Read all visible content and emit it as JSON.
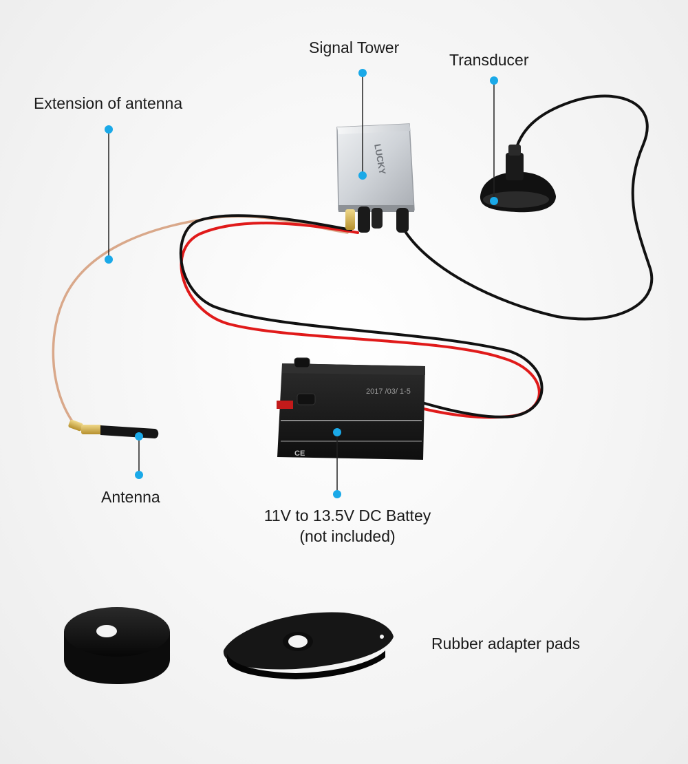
{
  "labels": {
    "signal_tower": "Signal Tower",
    "transducer": "Transducer",
    "extension_of_antenna": "Extension of antenna",
    "antenna": "Antenna",
    "battery_line1": "11V to 13.5V DC Battey",
    "battery_line2": "(not included)",
    "rubber_pads": "Rubber adapter pads"
  },
  "device_text": {
    "tower_brand": "LUCKY",
    "battery_date": "2017 /03/ 1-5",
    "battery_ce": "CE"
  },
  "colors": {
    "callout_dot": "#1aa9e8",
    "callout_line": "#222222",
    "red_wire": "#e01a1a",
    "black_wire": "#111111",
    "antenna_cable": "#d9a88a",
    "tower_body": "#d5d8dc",
    "battery_body": "#1c1c1c",
    "rubber": "#141414"
  }
}
